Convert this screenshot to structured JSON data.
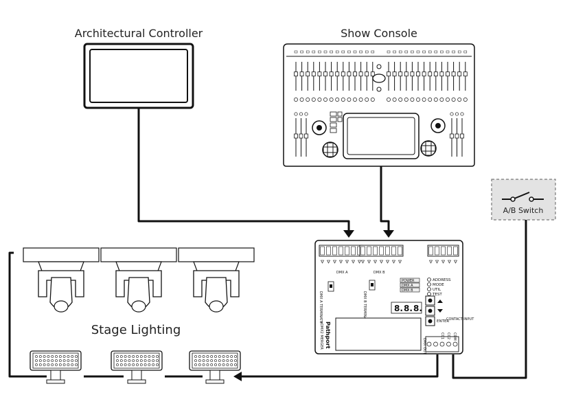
{
  "labels": {
    "architectural_controller": "Architectural Controller",
    "show_console": "Show Console",
    "stage_lighting": "Stage Lighting",
    "ab_switch": "A/B Switch"
  },
  "gateway": {
    "brand": "Pathport",
    "model": "eDMX2 MERGER",
    "dmx_a_label": "DMX A",
    "dmx_b_label": "DMX B",
    "dmx_terminate_a": "DMX A TERMINATE",
    "dmx_terminate_b": "DMX B TERMINATE",
    "dmx_out_label": "DMX OUT",
    "status_items": [
      "POWER",
      "DMX A",
      "DMX B"
    ],
    "menu_items": [
      "ADDRESS",
      "MODE",
      "UTIL",
      "TEST"
    ],
    "enter_label": "ENTER",
    "contact_input_label": "CONTACT INPUT",
    "contact_terminals": [
      "CC1",
      "CC2",
      "COM"
    ],
    "display_digits": [
      "8.",
      "8.",
      "8."
    ]
  },
  "colors": {
    "line": "#111111",
    "fill": "#ffffff",
    "panel": "#eeeeee",
    "switch_box": "#e3e3e3"
  }
}
